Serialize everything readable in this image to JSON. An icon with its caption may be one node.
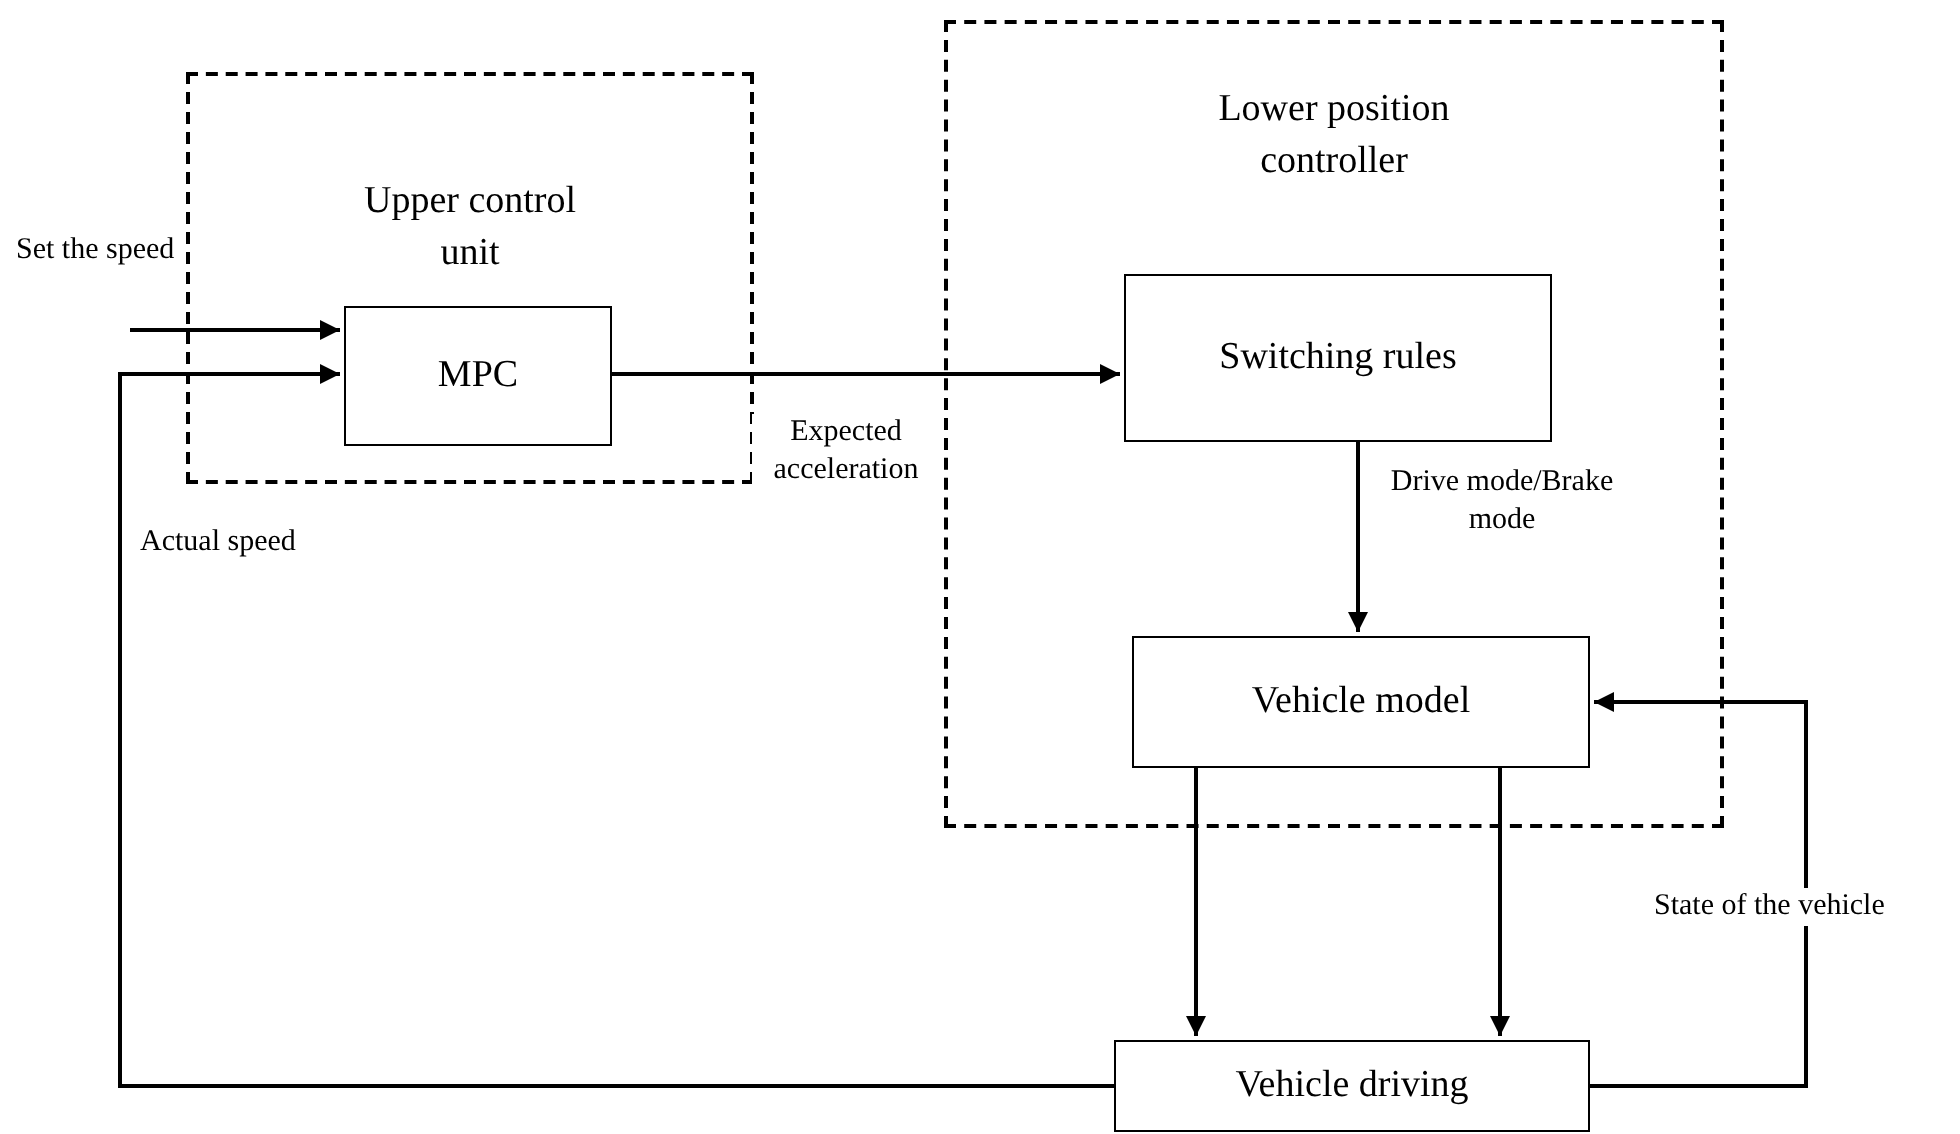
{
  "diagram": {
    "nodes": [
      {
        "text": [
          "Upper control unit"
        ]
      },
      {
        "text": [
          "MPC"
        ],
        "in": 0
      },
      {
        "text": [
          "Lower position controller"
        ]
      },
      {
        "text": [
          "Switching rules"
        ],
        "in": 2
      },
      {
        "text": [
          "Vehicle model"
        ],
        "in": 2
      },
      {
        "text": [
          "Vehicle driving"
        ]
      }
    ],
    "edges": [
      {
        "from": null,
        "to": 1,
        "arrow": "to",
        "label": "Set the speed"
      },
      {
        "from": 5,
        "to": 1,
        "arrow": "to",
        "label": "Actual speed"
      },
      {
        "from": 1,
        "to": 3,
        "arrow": "to",
        "label": "Expected acceleration"
      },
      {
        "from": 3,
        "to": 4,
        "arrow": "to",
        "label": "Drive mode/Brake mode"
      },
      {
        "from": 4,
        "to": 5,
        "arrow": "to"
      },
      {
        "from": 4,
        "to": 5,
        "arrow": "to"
      },
      {
        "from": 5,
        "to": 4,
        "arrow": "to",
        "label": "State of the vehicle"
      }
    ]
  }
}
